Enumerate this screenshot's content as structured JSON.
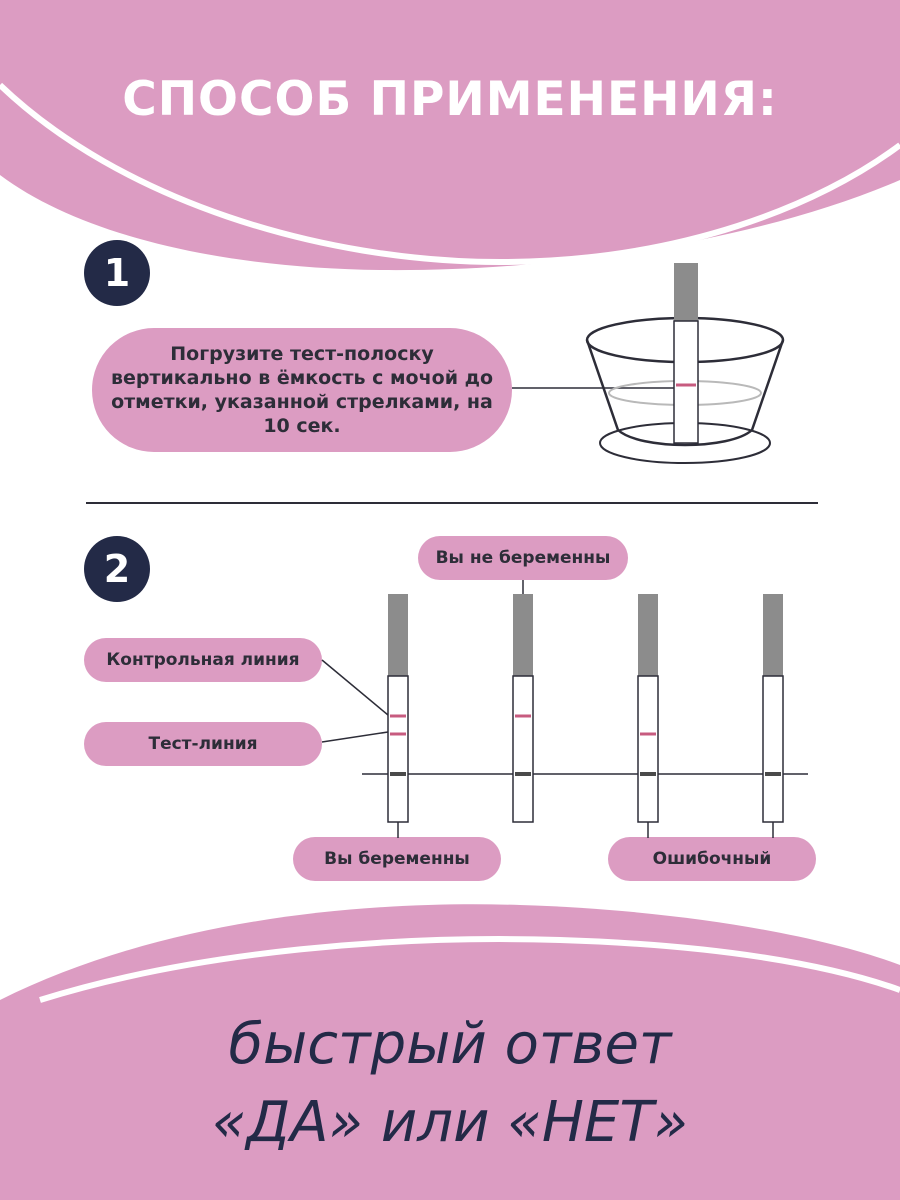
{
  "title": "СПОСОБ ПРИМЕНЕНИЯ:",
  "step1": {
    "number": "1",
    "text": "Погрузите тест-полоску вертикально в ёмкость с мочой до отметки, указанной стрелками, на 10 сек."
  },
  "step2": {
    "number": "2",
    "labels": {
      "not_pregnant": "Вы не беременны",
      "control_line": "Контрольная линия",
      "test_line": "Тест-линия",
      "pregnant": "Вы беременны",
      "invalid": "Ошибочный"
    }
  },
  "tagline": {
    "line1": "быстрый ответ",
    "line2": "«ДА» или «НЕТ»"
  },
  "colors": {
    "pink": "#dc9cc2",
    "navy": "#232a47",
    "line_mark": "#c75b7f"
  }
}
